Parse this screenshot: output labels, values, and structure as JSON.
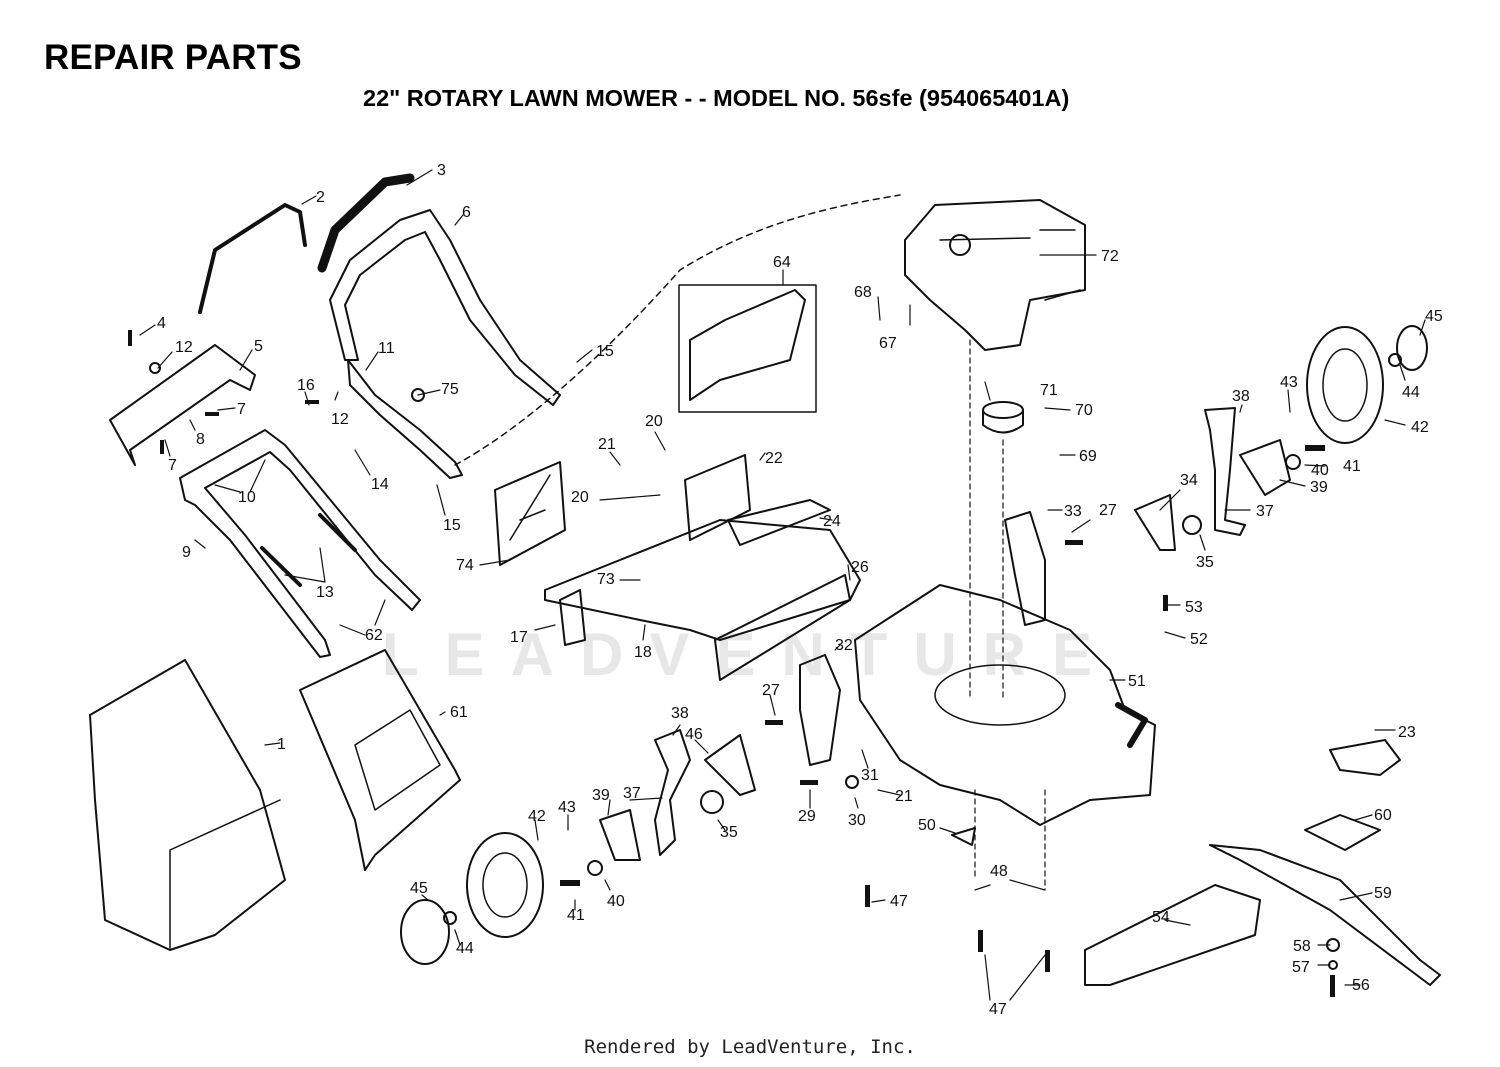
{
  "header": {
    "heading": "REPAIR PARTS",
    "subtitle": "22\" ROTARY LAWN MOWER - - MODEL NO. 56sfe (954065401A)"
  },
  "watermark": "LEADVENTURE",
  "footer": "Rendered by LeadVenture, Inc.",
  "callouts": [
    {
      "id": "c2",
      "label": "2"
    },
    {
      "id": "c3",
      "label": "3"
    },
    {
      "id": "c6",
      "label": "6"
    },
    {
      "id": "c4",
      "label": "4"
    },
    {
      "id": "c12a",
      "label": "12"
    },
    {
      "id": "c5",
      "label": "5"
    },
    {
      "id": "c11",
      "label": "11"
    },
    {
      "id": "c15a",
      "label": "15"
    },
    {
      "id": "c16",
      "label": "16"
    },
    {
      "id": "c75",
      "label": "75"
    },
    {
      "id": "c12b",
      "label": "12"
    },
    {
      "id": "c7a",
      "label": "7"
    },
    {
      "id": "c8",
      "label": "8"
    },
    {
      "id": "c7b",
      "label": "7"
    },
    {
      "id": "c14",
      "label": "14"
    },
    {
      "id": "c10",
      "label": "10"
    },
    {
      "id": "c15b",
      "label": "15"
    },
    {
      "id": "c9",
      "label": "9"
    },
    {
      "id": "c13",
      "label": "13"
    },
    {
      "id": "c62",
      "label": "62"
    },
    {
      "id": "c64",
      "label": "64"
    },
    {
      "id": "c68",
      "label": "68"
    },
    {
      "id": "c67",
      "label": "67"
    },
    {
      "id": "c72",
      "label": "72"
    },
    {
      "id": "c71",
      "label": "71"
    },
    {
      "id": "c70",
      "label": "70"
    },
    {
      "id": "c69",
      "label": "69"
    },
    {
      "id": "c45a",
      "label": "45"
    },
    {
      "id": "c44a",
      "label": "44"
    },
    {
      "id": "c43a",
      "label": "43"
    },
    {
      "id": "c42a",
      "label": "42"
    },
    {
      "id": "c38a",
      "label": "38"
    },
    {
      "id": "c41a",
      "label": "41"
    },
    {
      "id": "c40a",
      "label": "40"
    },
    {
      "id": "c39a",
      "label": "39"
    },
    {
      "id": "c37a",
      "label": "37"
    },
    {
      "id": "c34",
      "label": "34"
    },
    {
      "id": "c35a",
      "label": "35"
    },
    {
      "id": "c33",
      "label": "33"
    },
    {
      "id": "c27a",
      "label": "27"
    },
    {
      "id": "c20a",
      "label": "20"
    },
    {
      "id": "c21a",
      "label": "21"
    },
    {
      "id": "c22",
      "label": "22"
    },
    {
      "id": "c20b",
      "label": "20"
    },
    {
      "id": "c24",
      "label": "24"
    },
    {
      "id": "c26",
      "label": "26"
    },
    {
      "id": "c74",
      "label": "74"
    },
    {
      "id": "c73",
      "label": "73"
    },
    {
      "id": "c17",
      "label": "17"
    },
    {
      "id": "c18",
      "label": "18"
    },
    {
      "id": "c53",
      "label": "53"
    },
    {
      "id": "c52",
      "label": "52"
    },
    {
      "id": "c51",
      "label": "51"
    },
    {
      "id": "c32",
      "label": "32"
    },
    {
      "id": "c27b",
      "label": "27"
    },
    {
      "id": "c61",
      "label": "61"
    },
    {
      "id": "c1",
      "label": "1"
    },
    {
      "id": "c38b",
      "label": "38"
    },
    {
      "id": "c46",
      "label": "46"
    },
    {
      "id": "c31",
      "label": "31"
    },
    {
      "id": "c21b",
      "label": "21"
    },
    {
      "id": "c29",
      "label": "29"
    },
    {
      "id": "c30",
      "label": "30"
    },
    {
      "id": "c23",
      "label": "23"
    },
    {
      "id": "c37b",
      "label": "37"
    },
    {
      "id": "c39b",
      "label": "39"
    },
    {
      "id": "c43b",
      "label": "43"
    },
    {
      "id": "c42b",
      "label": "42"
    },
    {
      "id": "c35b",
      "label": "35"
    },
    {
      "id": "c50",
      "label": "50"
    },
    {
      "id": "c60",
      "label": "60"
    },
    {
      "id": "c41b",
      "label": "41"
    },
    {
      "id": "c40b",
      "label": "40"
    },
    {
      "id": "c45b",
      "label": "45"
    },
    {
      "id": "c44b",
      "label": "44"
    },
    {
      "id": "c47a",
      "label": "47"
    },
    {
      "id": "c48",
      "label": "48"
    },
    {
      "id": "c59",
      "label": "59"
    },
    {
      "id": "c54",
      "label": "54"
    },
    {
      "id": "c58",
      "label": "58"
    },
    {
      "id": "c57",
      "label": "57"
    },
    {
      "id": "c56",
      "label": "56"
    },
    {
      "id": "c47b",
      "label": "47"
    }
  ]
}
